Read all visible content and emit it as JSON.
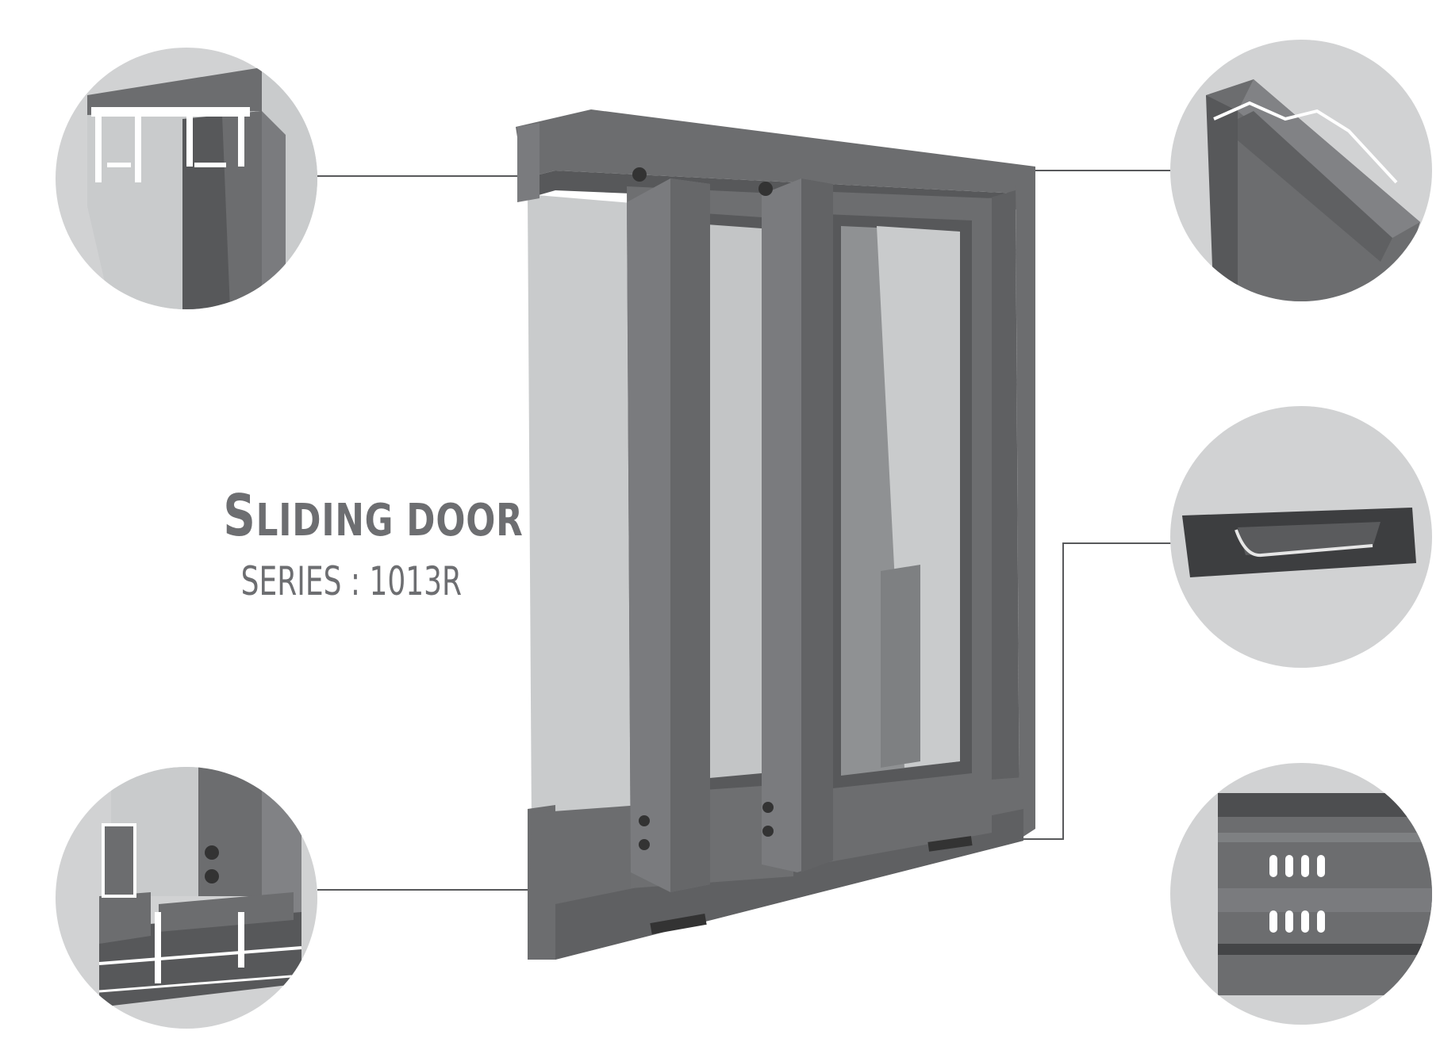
{
  "title": {
    "cap_letter": "S",
    "rest": "LIDING DOOR"
  },
  "series": "SERIES : 1013R",
  "colors": {
    "text": "#6d6e71",
    "circle_bg": "#d1d2d3",
    "profile_dark": "#57585a",
    "profile_mid": "#6c6d6f",
    "profile_light": "#818285",
    "glass": "#c9cbcc",
    "leader_line": "#58595b"
  },
  "details": [
    {
      "icon": "top-track-profile-icon"
    },
    {
      "icon": "vertical-mullion-profile-icon"
    },
    {
      "icon": "door-handle-icon"
    },
    {
      "icon": "bottom-track-profile-icon"
    },
    {
      "icon": "drainage-slots-icon"
    }
  ]
}
